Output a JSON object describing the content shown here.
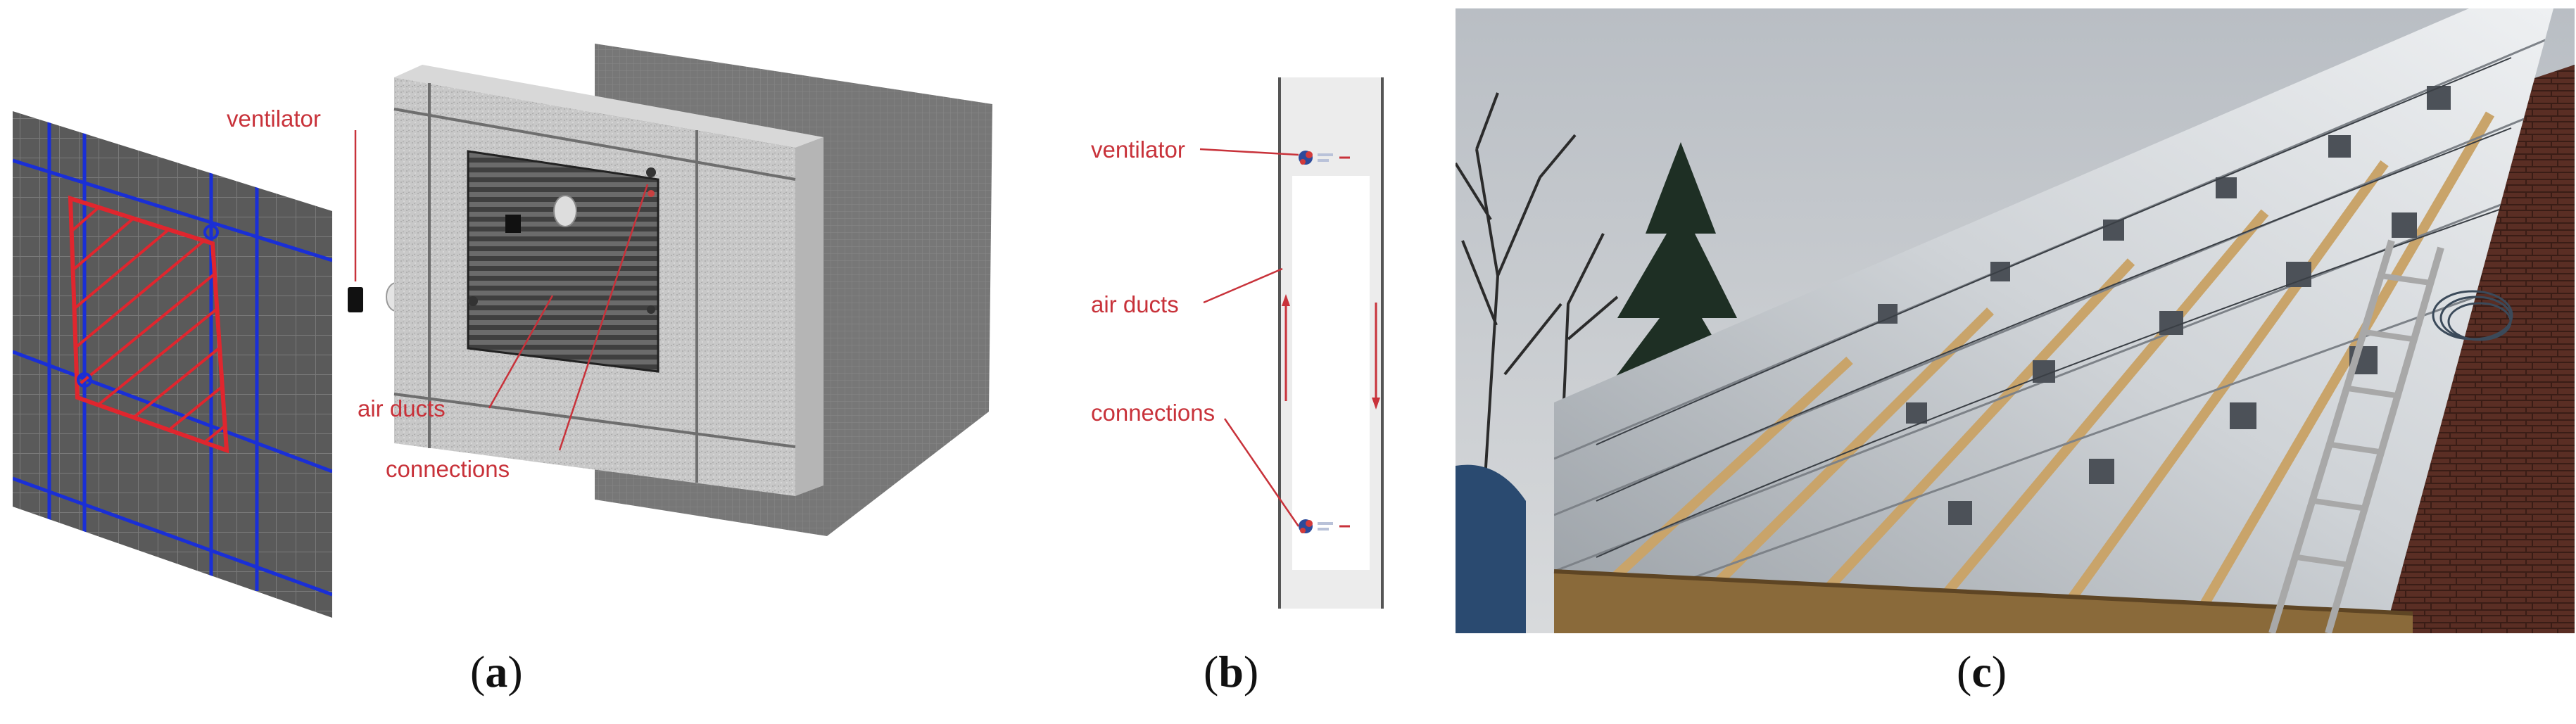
{
  "panel_a": {
    "labels": {
      "ventilator": "ventilator",
      "air_ducts": "air ducts",
      "connections": "connections"
    },
    "caption": {
      "open": "(",
      "letter": "a",
      "close": ")"
    }
  },
  "panel_b": {
    "labels": {
      "ventilator": "ventilator",
      "air_ducts": "air ducts",
      "connections": "connections"
    },
    "caption": {
      "open": "(",
      "letter": "b",
      "close": ")"
    }
  },
  "panel_c": {
    "caption": {
      "open": "(",
      "letter": "c",
      "close": ")"
    }
  },
  "colors": {
    "label_red": "#c8323a",
    "grid_blue": "#1a2fd6",
    "hatch_red": "#e0262e"
  }
}
